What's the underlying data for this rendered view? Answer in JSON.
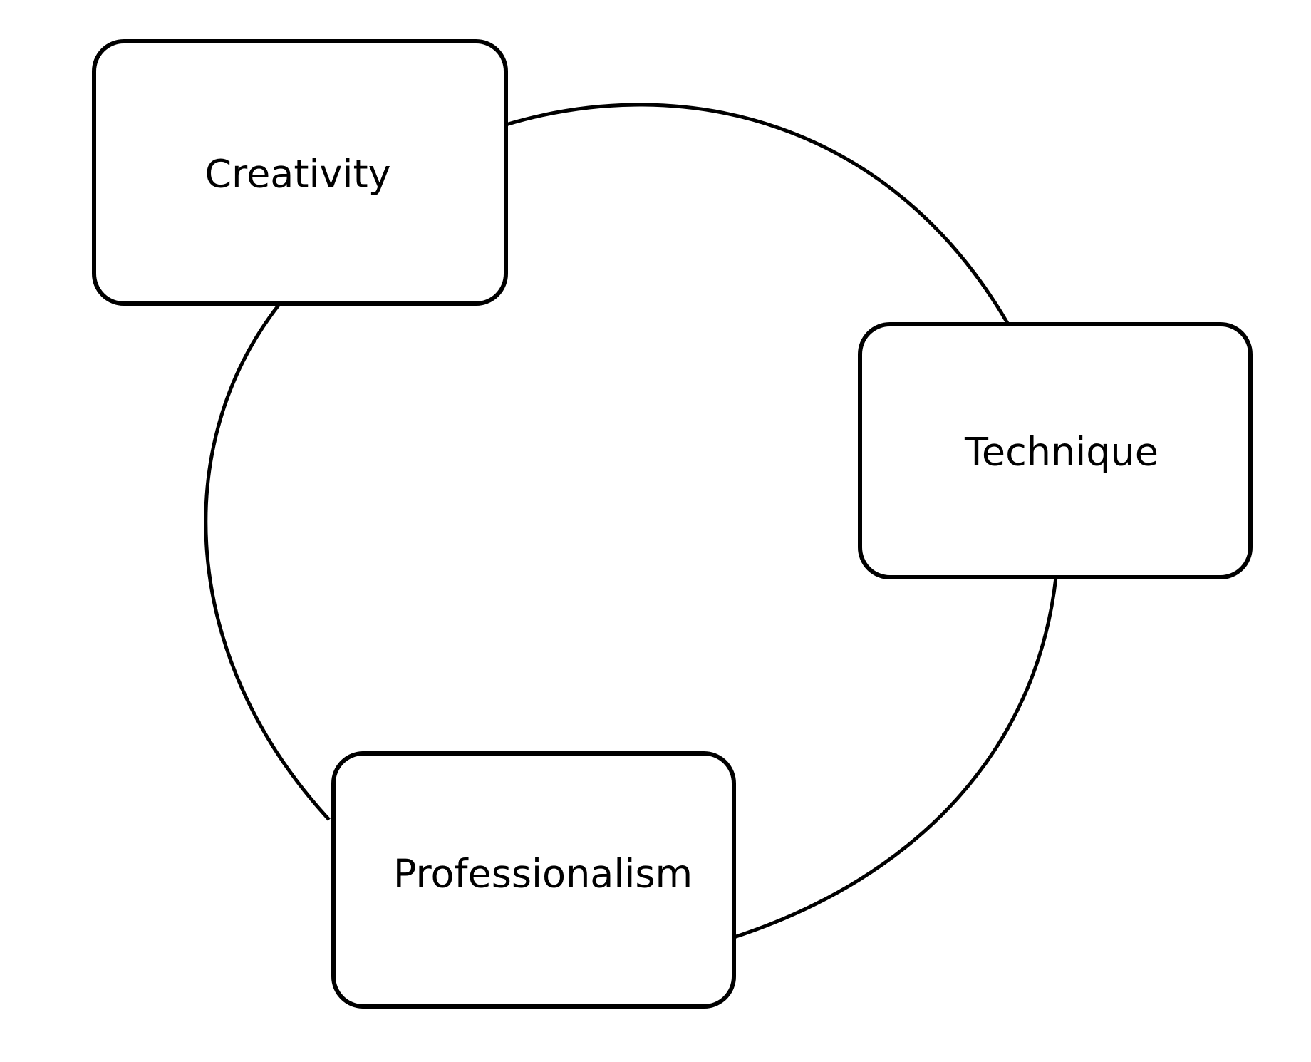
{
  "diagram": {
    "type": "cycle",
    "nodes": [
      {
        "id": "creativity",
        "label": "Creativity"
      },
      {
        "id": "technique",
        "label": "Technique"
      },
      {
        "id": "professionalism",
        "label": "Professionalism"
      }
    ],
    "edges": [
      {
        "from": "creativity",
        "to": "technique"
      },
      {
        "from": "technique",
        "to": "professionalism"
      },
      {
        "from": "professionalism",
        "to": "creativity"
      }
    ],
    "colors": {
      "stroke": "#000000",
      "background": "#ffffff"
    }
  }
}
